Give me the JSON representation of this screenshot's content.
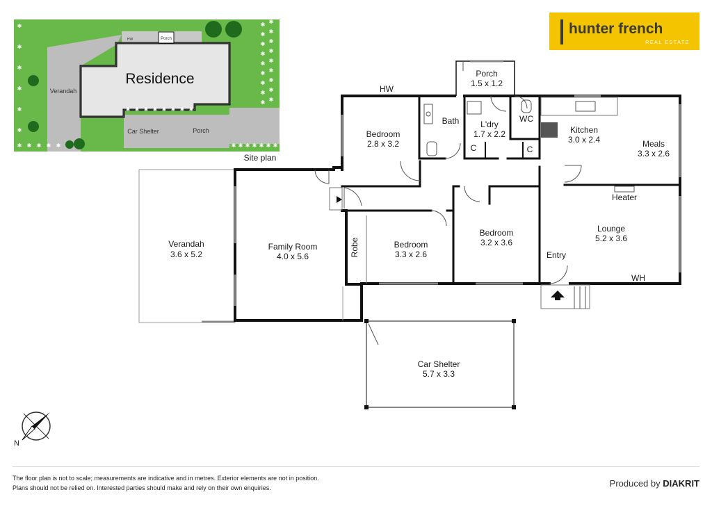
{
  "logo": {
    "name": "hunter french",
    "tagline": "REAL ESTATE",
    "colors": {
      "background": "#f4c400",
      "text": "#3a3a3a"
    }
  },
  "site_plan": {
    "caption": "Site plan",
    "residence_label": "Residence",
    "verandah_label": "Verandah",
    "car_shelter_label": "Car Shelter",
    "porch_label": "Porch",
    "porch_top_label": "Porch",
    "hw_label": "HW",
    "colors": {
      "lawn": "#69b84a",
      "paving": "#bdbdbd",
      "tree": "#1e6b1e"
    }
  },
  "rooms": {
    "porch": {
      "name": "Porch",
      "dims": "1.5 x 1.2"
    },
    "bedroom_top": {
      "name": "Bedroom",
      "dims": "2.8 x 3.2"
    },
    "bath": {
      "name": "Bath"
    },
    "laundry": {
      "name": "L'dry",
      "dims": "1.7 x 2.2"
    },
    "wc": {
      "name": "WC"
    },
    "kitchen": {
      "name": "Kitchen",
      "dims": "3.0 x 2.4"
    },
    "meals": {
      "name": "Meals",
      "dims": "3.3 x 2.6"
    },
    "heater": {
      "name": "Heater"
    },
    "lounge": {
      "name": "Lounge",
      "dims": "5.2 x 3.6"
    },
    "entry": {
      "name": "Entry"
    },
    "wh": {
      "name": "WH"
    },
    "hw": {
      "name": "HW"
    },
    "cupboard_1": {
      "name": "C"
    },
    "cupboard_2": {
      "name": "C"
    },
    "bedroom_mid": {
      "name": "Bedroom",
      "dims": "3.2 x 3.6"
    },
    "bedroom_left": {
      "name": "Bedroom",
      "dims": "3.3 x 2.6"
    },
    "robe": {
      "name": "Robe"
    },
    "family_room": {
      "name": "Family Room",
      "dims": "4.0 x 5.6"
    },
    "verandah": {
      "name": "Verandah",
      "dims": "3.6 x 5.2"
    },
    "car_shelter": {
      "name": "Car Shelter",
      "dims": "5.7 x 3.3"
    }
  },
  "compass": {
    "label": "N"
  },
  "disclaimer": {
    "line1": "The floor plan is not to scale; measurements are indicative and in metres. Exterior elements are not in position.",
    "line2": "Plans should not be relied on. Interested parties should make and rely on their own enquiries."
  },
  "produced_by": {
    "prefix": "Produced by",
    "brand": "DIAKRIT"
  }
}
